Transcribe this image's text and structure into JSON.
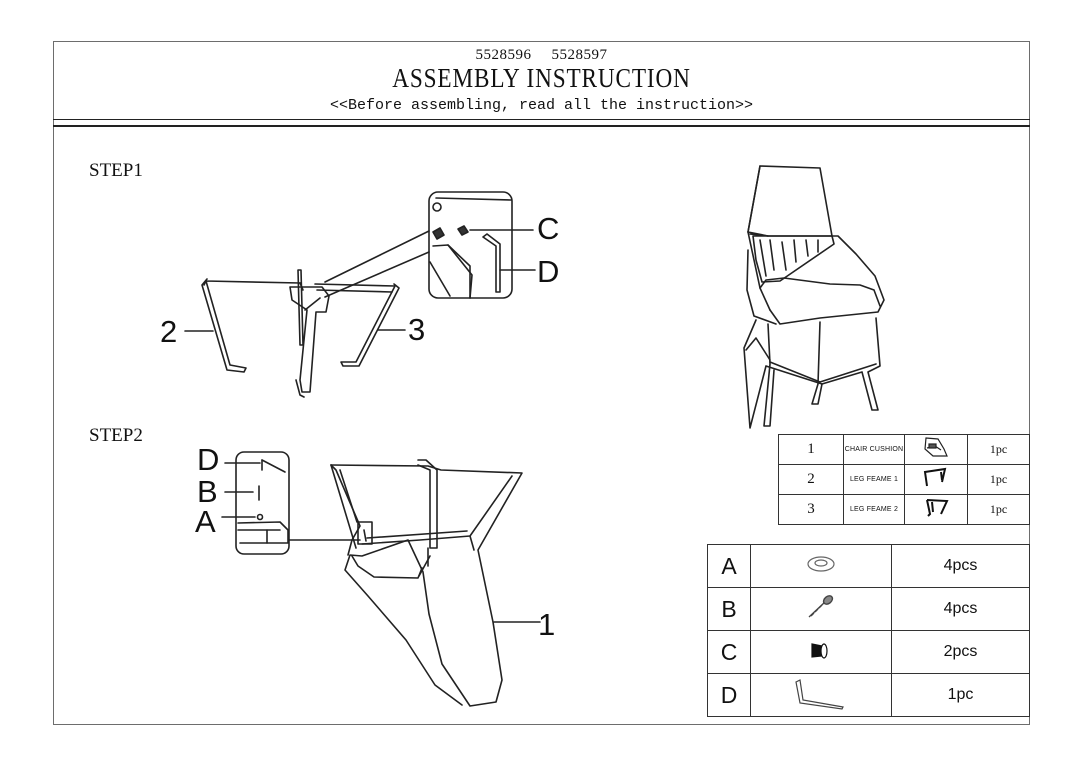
{
  "header": {
    "codes": [
      "5528596",
      "5528597"
    ],
    "title": "ASSEMBLY INSTRUCTION",
    "subtitle": "<<Before assembling, read all the instruction>>"
  },
  "step1": {
    "label": "STEP1",
    "callouts": {
      "two": "2",
      "three": "3",
      "c": "C",
      "d": "D"
    }
  },
  "step2": {
    "label": "STEP2",
    "callouts": {
      "d": "D",
      "b": "B",
      "a": "A",
      "one": "1"
    }
  },
  "components_table": [
    {
      "num": "1",
      "name": "CHAIR CUSHION",
      "icon": "chair-cushion-icon",
      "qty": "1pc"
    },
    {
      "num": "2",
      "name": "LEG FEAME 1",
      "icon": "leg-frame-1-icon",
      "qty": "1pc"
    },
    {
      "num": "3",
      "name": "LEG FEAME 2",
      "icon": "leg-frame-2-icon",
      "qty": "1pc"
    }
  ],
  "hardware_table": [
    {
      "letter": "A",
      "icon": "washer-icon",
      "qty": "4pcs"
    },
    {
      "letter": "B",
      "icon": "bolt-icon",
      "qty": "4pcs"
    },
    {
      "letter": "C",
      "icon": "barrel-nut-icon",
      "qty": "2pcs"
    },
    {
      "letter": "D",
      "icon": "allen-key-icon",
      "qty": "1pc"
    }
  ]
}
